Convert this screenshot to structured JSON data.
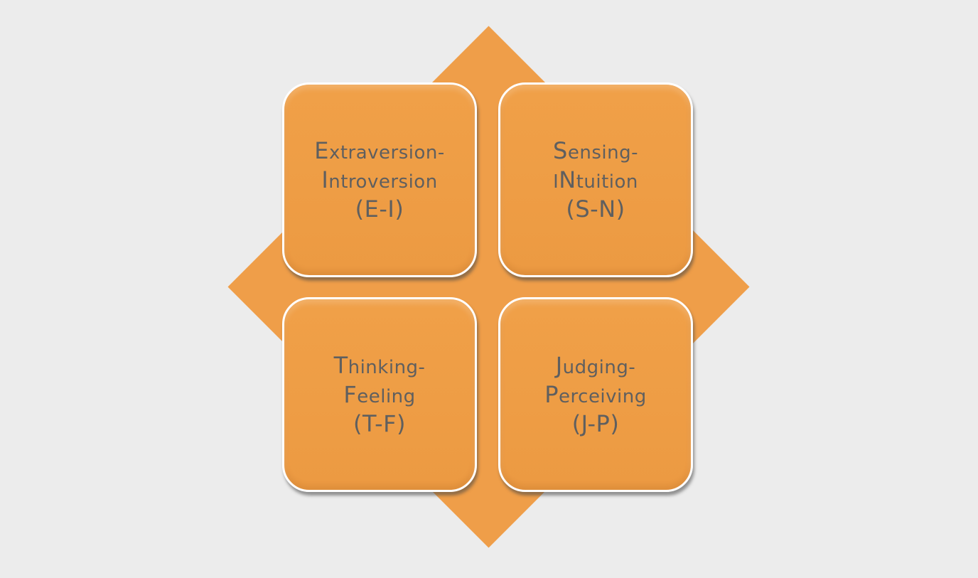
{
  "diagram": {
    "colors": {
      "background": "#ececec",
      "diamond": "#ef9e49",
      "card_fill": "#ee9d45",
      "card_border": "#ffffff",
      "text": "#5f5f5f"
    },
    "cards": [
      {
        "id": "ei",
        "line1_cap": "E",
        "line1_rest": "xtraversion-",
        "line2_cap": "I",
        "line2_rest": "ntroversion",
        "code": "(E-I)"
      },
      {
        "id": "sn",
        "line1_cap": "S",
        "line1_rest": "ensing-",
        "line2_pre": "I",
        "line2_cap": "N",
        "line2_rest": "tuition",
        "code": "(S-N)"
      },
      {
        "id": "tf",
        "line1_cap": "T",
        "line1_rest": "hinking-",
        "line2_cap": "F",
        "line2_rest": "eeling",
        "code": "(T-F)"
      },
      {
        "id": "jp",
        "line1_cap": "J",
        "line1_rest": "udging-",
        "line2_cap": "P",
        "line2_rest": "erceiving",
        "code": "(J-P)"
      }
    ]
  }
}
